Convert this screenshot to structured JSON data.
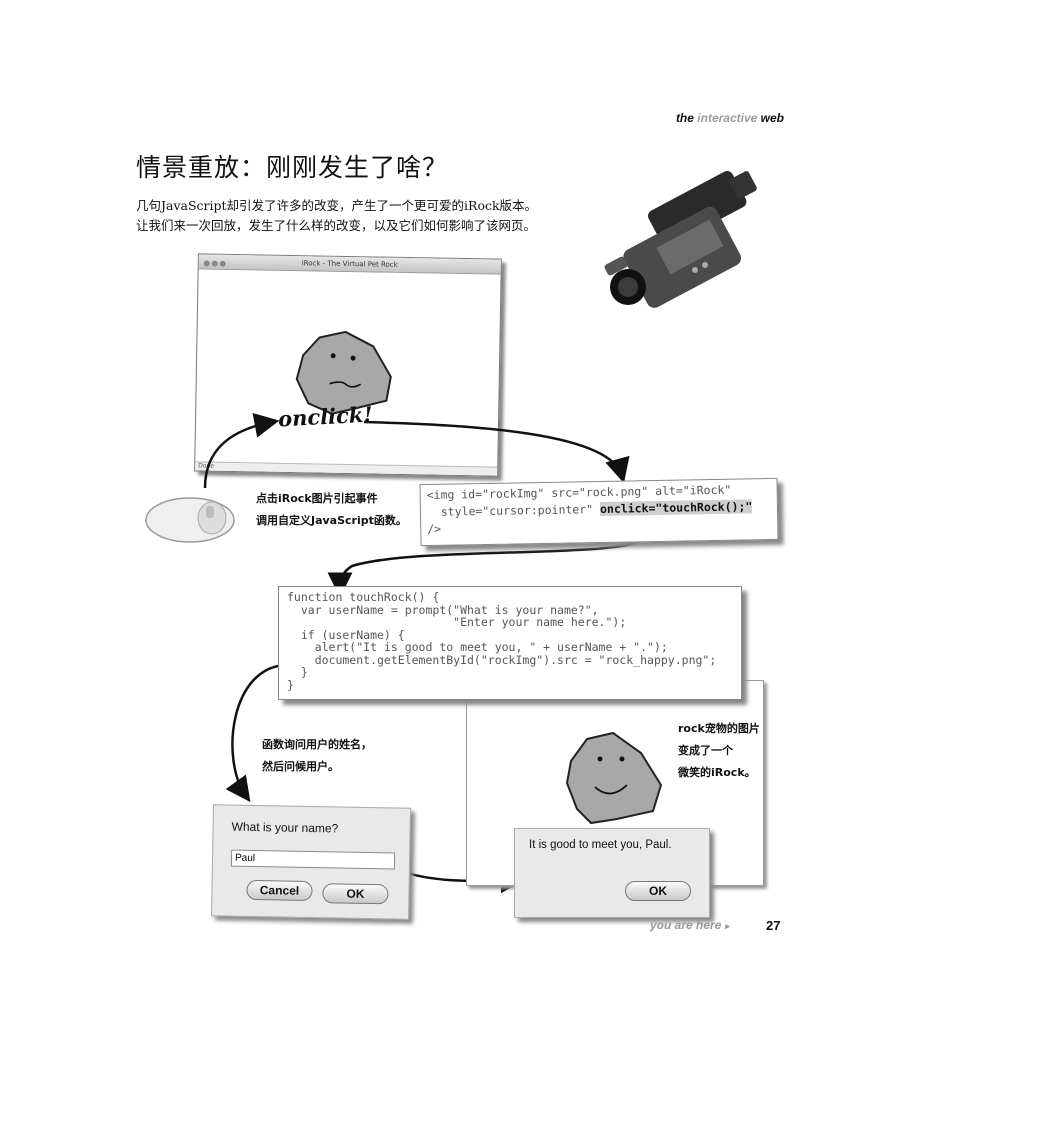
{
  "running_head": {
    "the": "the",
    "interactive": "interactive",
    "web": "web"
  },
  "title": "情景重放：刚刚发生了啥？",
  "intro": [
    "几句JavaScript却引发了许多的改变，产生了一个更可爱的iRock版本。",
    "让我们来一次回放，发生了什么样的改变，以及它们如何影响了该网页。"
  ],
  "browser": {
    "title": "iRock - The Virtual Pet Rock",
    "status": "Done"
  },
  "onclick_label": "onclick!",
  "mouse_note": [
    "点击iRock图片引起事件",
    "调用自定义JavaScript函数。"
  ],
  "img_code": {
    "line1": "<img id=\"rockImg\" src=\"rock.png\" alt=\"iRock\"",
    "line2_pre": "  style=\"cursor:pointer\" ",
    "line2_hl": "onclick=\"touchRock();\"",
    "line3": "/>"
  },
  "function_code": [
    "function touchRock() {",
    "  var userName = prompt(\"What is your name?\",",
    "                        \"Enter your name here.\");",
    "  if (userName) {",
    "    alert(\"It is good to meet you, \" + userName + \".\");",
    "    document.getElementById(\"rockImg\").src = \"rock_happy.png\";",
    "  }",
    "}"
  ],
  "function_note": [
    "函数询问用户的姓名，",
    "然后问候用户。"
  ],
  "rock_note": [
    "rock宠物的图片",
    "变成了一个",
    "微笑的iRock。"
  ],
  "prompt_dialog": {
    "question": "What is your name?",
    "input_value": "Paul",
    "cancel_label": "Cancel",
    "ok_label": "OK"
  },
  "alert_dialog": {
    "message": "It is good to meet you, Paul.",
    "ok_label": "OK"
  },
  "footer": {
    "you_are_here": "you are here",
    "page_number": "27"
  }
}
